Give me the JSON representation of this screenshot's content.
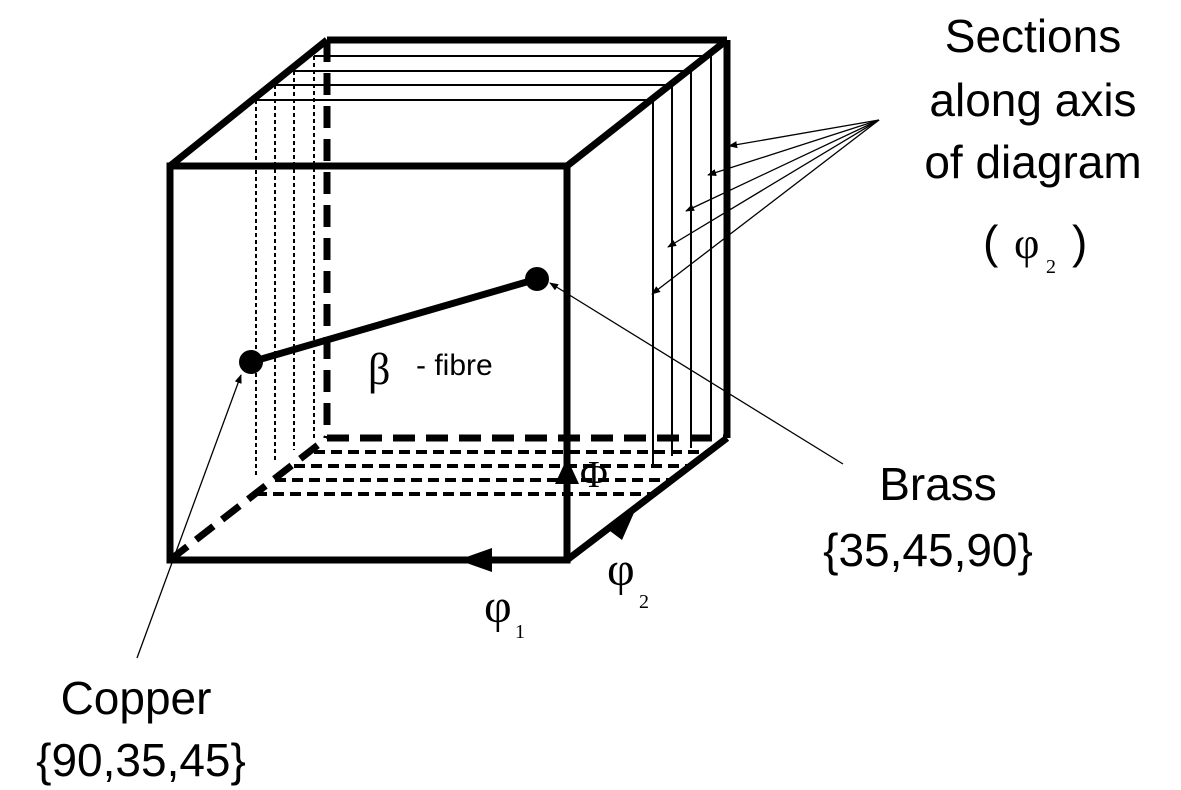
{
  "colors": {
    "ink": "#000000",
    "background": "#ffffff"
  },
  "labels": {
    "sections": [
      "Sections",
      "along axis",
      "of diagram"
    ],
    "sections_phi_symbol": "φ",
    "sections_phi_subscript": "2",
    "sections_open_paren": "(",
    "sections_close_paren": ")",
    "beta_symbol": "β",
    "beta_suffix": "- fibre",
    "brass_name": "Brass",
    "brass_angles": "{35,45,90}",
    "copper_name": "Copper",
    "copper_angles": "{90,35,45}",
    "phi1_symbol": "φ",
    "phi1_subscript": "1",
    "phi2_symbol": "φ",
    "phi2_subscript": "2",
    "Phi_symbol": "Φ"
  }
}
